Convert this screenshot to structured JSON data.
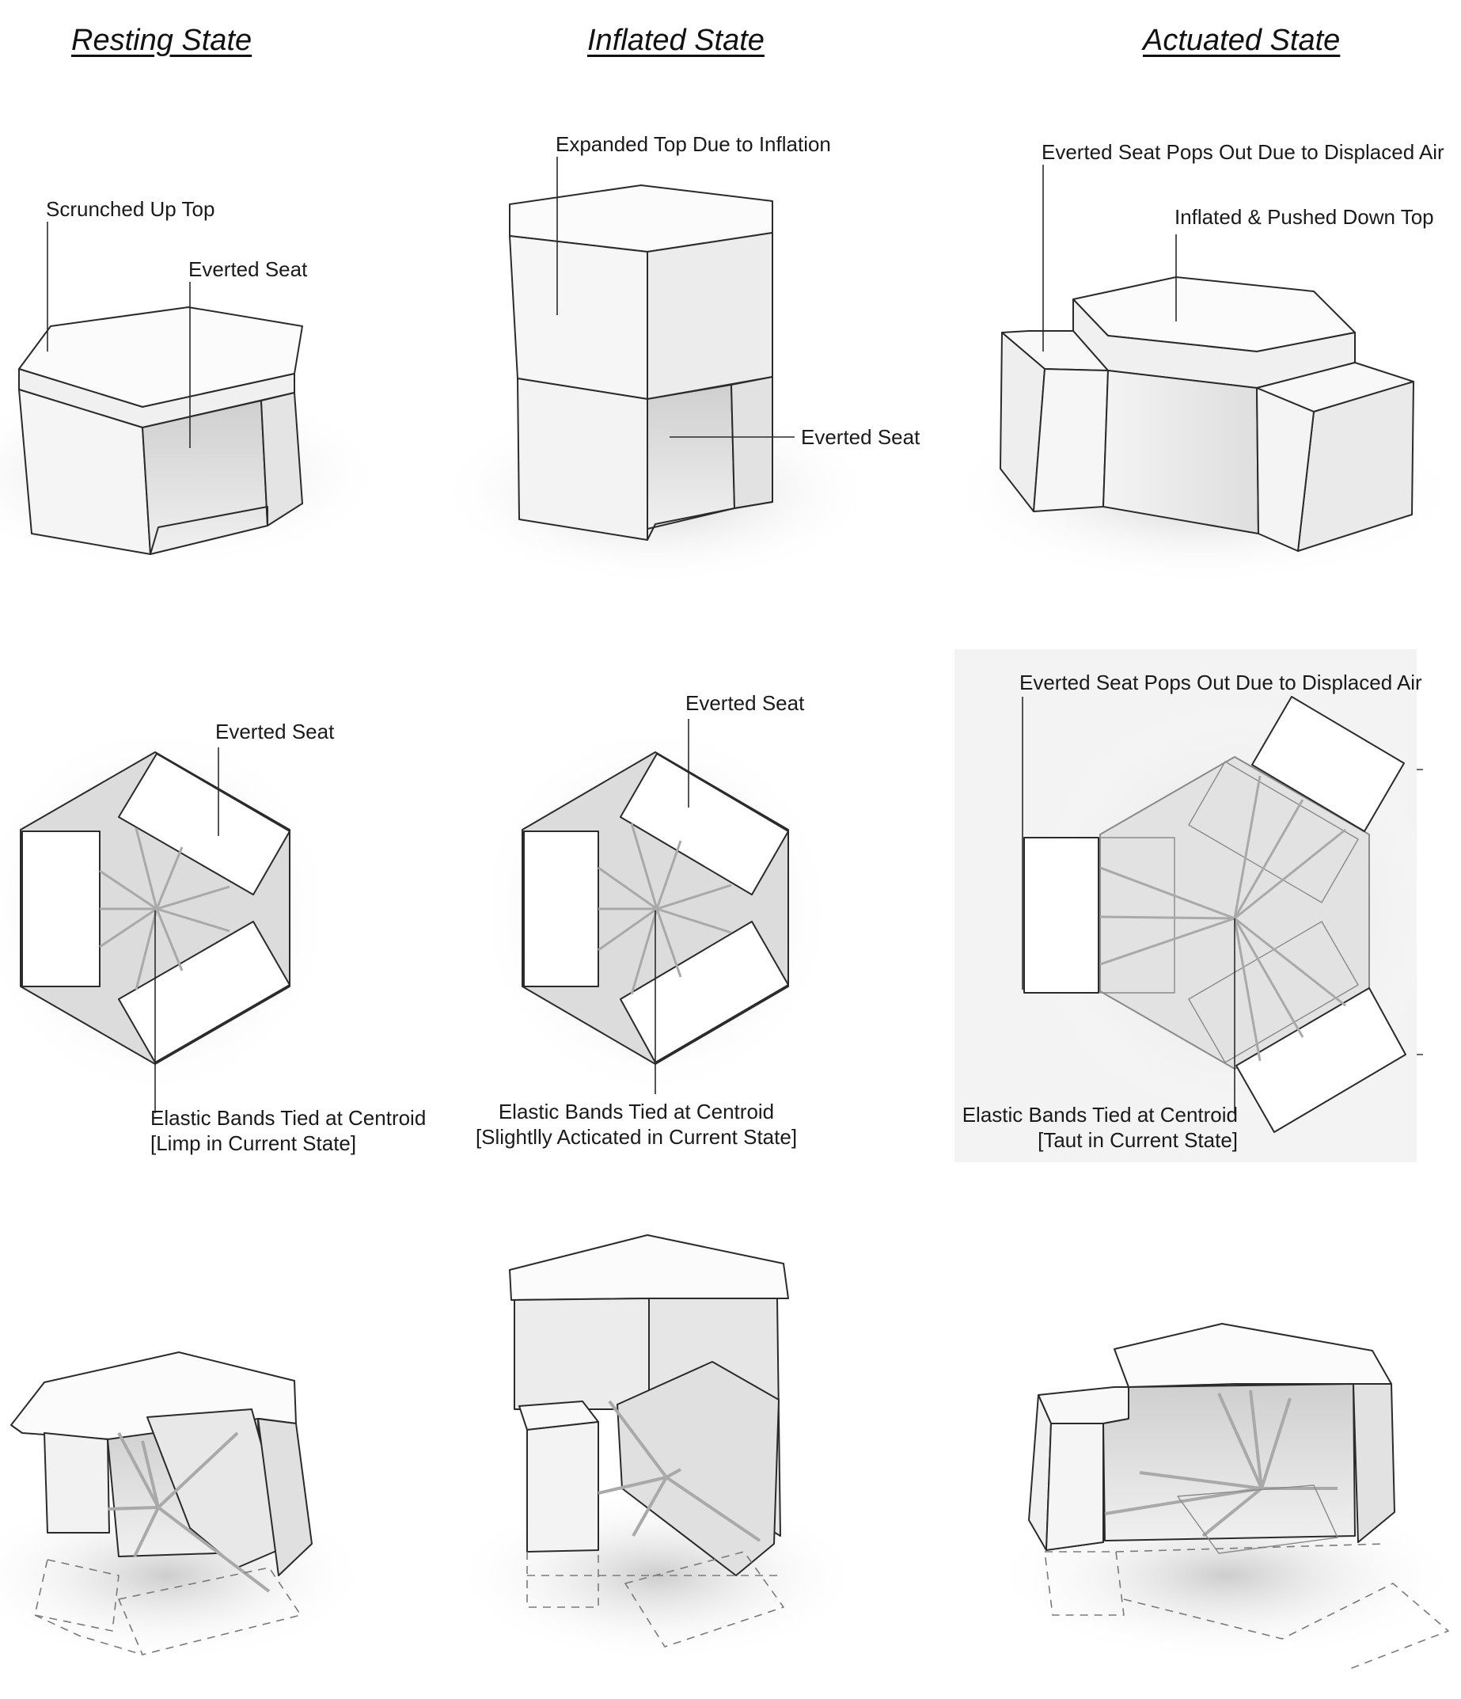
{
  "headers": {
    "resting": "Resting State",
    "inflated": "Inflated State",
    "actuated": "Actuated State"
  },
  "labels": {
    "resting_top": "Scrunched Up Top",
    "resting_seat": "Everted Seat",
    "inflated_top": "Expanded Top Due to Inflation",
    "inflated_seat": "Everted Seat",
    "actuated_seat": "Everted Seat Pops Out Due to Displaced Air",
    "actuated_top": "Inflated & Pushed Down Top",
    "plan_resting_seat": "Everted Seat",
    "plan_inflated_seat": "Everted Seat",
    "plan_actuated_seat": "Everted Seat Pops Out Due to Displaced Air",
    "plan_resting_bands_1": "Elastic Bands Tied at Centroid",
    "plan_resting_bands_2": "[Limp in Current State]",
    "plan_inflated_bands_1": "Elastic Bands Tied at Centroid",
    "plan_inflated_bands_2": "[Slightlly Acticated in Current State]",
    "plan_actuated_bands_1": "Elastic Bands Tied at Centroid",
    "plan_actuated_bands_2": "[Taut in Current State]"
  },
  "colors": {
    "line": "#2b2b2b",
    "face_light": "#f7f7f7",
    "face_mid": "#ececec",
    "face_dark": "#d6d6d6",
    "shadow": "#cfcfcf",
    "band": "#b9b9b9"
  }
}
